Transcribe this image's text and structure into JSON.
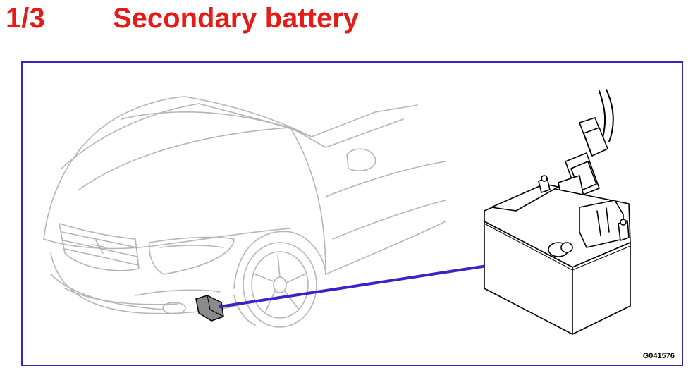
{
  "header": {
    "page_indicator": "1/3",
    "title": "Secondary battery"
  },
  "figure": {
    "code": "G041576"
  },
  "colors": {
    "heading": "#e41b17",
    "frame": "#3b23c8",
    "leader_line": "#3b23c8",
    "line_art": "#000000",
    "car_outline": "#b5b5b5",
    "location_marker": "#8a8a8a"
  },
  "icons": {
    "car": "car-front-quarter-icon",
    "battery": "battery-icon",
    "marker": "battery-location-marker"
  }
}
